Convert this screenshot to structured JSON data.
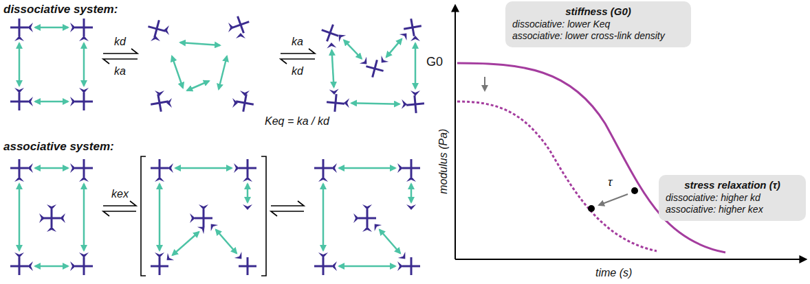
{
  "diagram": {
    "nodes": [
      {
        "text": [
          "stiffness (G0)",
          "dissociative: lower Keq",
          "associative: lower cross-link density"
        ]
      },
      {
        "text": [
          "stress relaxation (τ)",
          "dissociative: higher kd",
          "associative: higher kex"
        ]
      }
    ],
    "edges": [],
    "labels": [
      "dissociative system:",
      "kd",
      "ka",
      "ka",
      "kd",
      "Keq = ka / kd",
      "associative system:",
      "kex",
      "G0",
      "modulus (Pa)",
      "time (s)",
      "τ"
    ]
  }
}
